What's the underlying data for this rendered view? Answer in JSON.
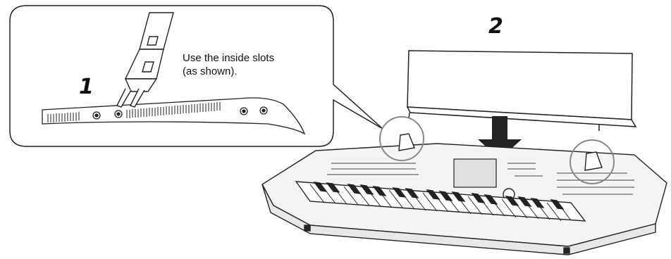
{
  "steps": {
    "step1_label": "1",
    "step2_label": "2"
  },
  "callout": {
    "caption_line1": "Use the inside slots",
    "caption_line2": "(as shown)."
  },
  "icons": [
    "music-stand-icon",
    "keyboard-icon",
    "down-arrow-icon",
    "slot-highlight-circle-icon"
  ],
  "colors": {
    "line": "#111111",
    "highlight_circle": "#888888",
    "fill": "#ffffff"
  }
}
